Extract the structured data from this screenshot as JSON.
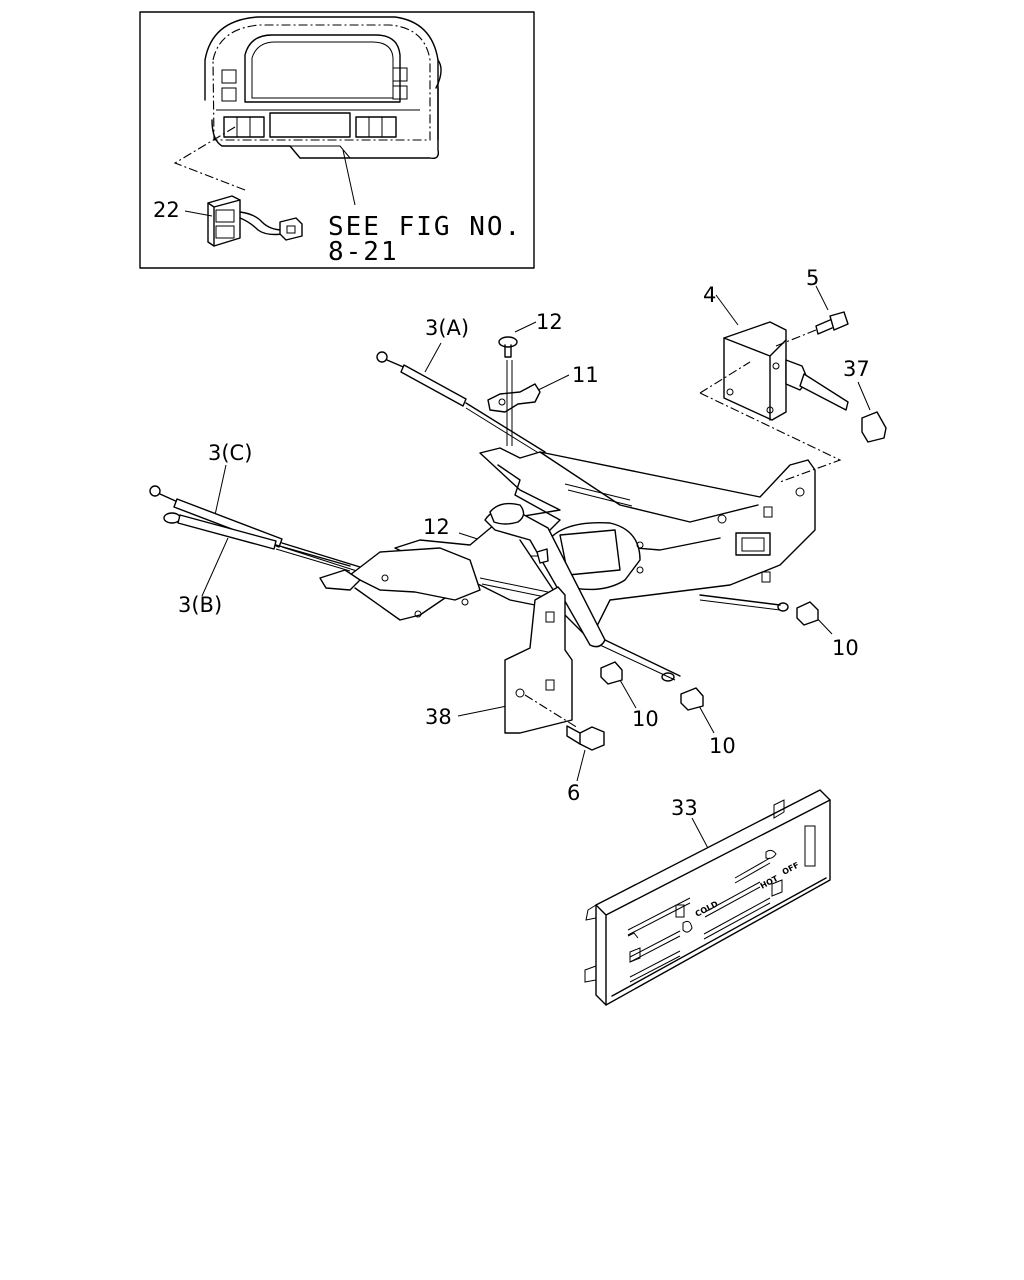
{
  "inset": {
    "note_line1": "SEE FIG NO.",
    "note_line2": "8-21"
  },
  "callouts": [
    {
      "id": "22",
      "text": "22"
    },
    {
      "id": "3a",
      "text": "3(A)"
    },
    {
      "id": "12a",
      "text": "12"
    },
    {
      "id": "11",
      "text": "11"
    },
    {
      "id": "4",
      "text": "4"
    },
    {
      "id": "5",
      "text": "5"
    },
    {
      "id": "37",
      "text": "37"
    },
    {
      "id": "3c",
      "text": "3(C)"
    },
    {
      "id": "12b",
      "text": "12"
    },
    {
      "id": "3b",
      "text": "3(B)"
    },
    {
      "id": "10a",
      "text": "10"
    },
    {
      "id": "10b",
      "text": "10"
    },
    {
      "id": "10c",
      "text": "10"
    },
    {
      "id": "38",
      "text": "38"
    },
    {
      "id": "6",
      "text": "6"
    },
    {
      "id": "33",
      "text": "33"
    }
  ],
  "panel_markings": {
    "cold": "COLD",
    "hot": "HOT",
    "off": "OFF"
  }
}
